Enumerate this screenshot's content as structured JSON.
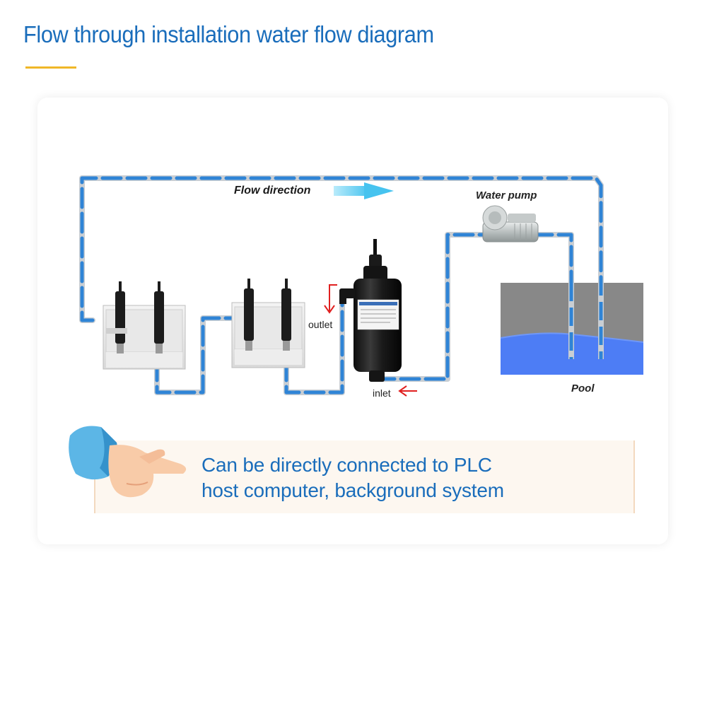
{
  "header": {
    "title": "Flow through installation water flow diagram"
  },
  "diagram": {
    "flow_direction_label": "Flow direction",
    "water_pump_label": "Water pump",
    "pool_label": "Pool",
    "outlet_label": "outlet",
    "inlet_label": "inlet"
  },
  "banner": {
    "line1": "Can be directly connected to PLC",
    "line2": "host computer, background system"
  },
  "colors": {
    "title_blue": "#1a6dbb",
    "accent_yellow": "#f0b728",
    "pipe_blue": "#2f84d6",
    "water_blue": "#4d7df5",
    "arrow_red": "#e02020",
    "arrow_cyan": "#5ccaf0"
  },
  "icons": [
    "hand-pointing-icon",
    "flow-arrow-icon",
    "red-outlet-arrow-icon",
    "red-inlet-arrow-icon"
  ]
}
